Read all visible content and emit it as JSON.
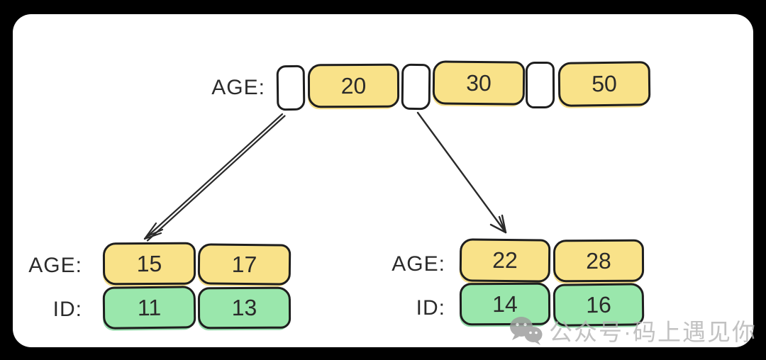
{
  "diagram": {
    "description": "B+ tree style database index diagram",
    "root": {
      "label": "AGE:",
      "cells": [
        {
          "type": "pointer",
          "value": ""
        },
        {
          "type": "key",
          "value": "20"
        },
        {
          "type": "pointer",
          "value": ""
        },
        {
          "type": "key",
          "value": "30"
        },
        {
          "type": "pointer",
          "value": ""
        },
        {
          "type": "key",
          "value": "50"
        }
      ]
    },
    "left_leaf": {
      "age_label": "AGE:",
      "id_label": "ID:",
      "ages": [
        "15",
        "17"
      ],
      "ids": [
        "11",
        "13"
      ]
    },
    "right_leaf": {
      "age_label": "AGE:",
      "id_label": "ID:",
      "ages": [
        "22",
        "28"
      ],
      "ids": [
        "14",
        "16"
      ]
    },
    "colors": {
      "key_fill": "#f9e289",
      "id_fill": "#9ae7ac",
      "outline": "#1e1e1e",
      "canvas": "#ffffff",
      "outer_background": "#000000",
      "watermark_gray": "#b5b5b5"
    }
  },
  "watermark": {
    "icon": "wechat-icon",
    "text": "公众号·码上遇见你"
  }
}
